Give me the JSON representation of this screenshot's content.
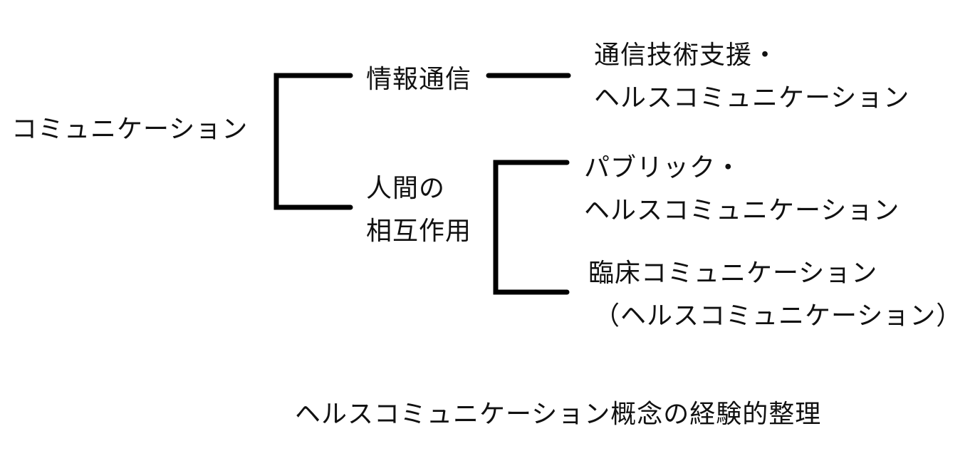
{
  "diagram": {
    "root": {
      "label": "コミュニケーション"
    },
    "branches": [
      {
        "label_lines": [
          "情報通信"
        ],
        "children": [
          {
            "label_lines": [
              "通信技術支援・",
              "ヘルスコミュニケーション"
            ]
          }
        ]
      },
      {
        "label_lines": [
          "人間の",
          "相互作用"
        ],
        "children": [
          {
            "label_lines": [
              "パブリック・",
              "ヘルスコミュニケーション"
            ]
          },
          {
            "label_lines": [
              "臨床コミュニケーション",
              "（ヘルスコミュニケーション）"
            ]
          }
        ]
      }
    ],
    "caption": "ヘルスコミュニケーション概念の経験的整理",
    "colors": {
      "line": "#000000",
      "text": "#111111",
      "background": "#ffffff"
    }
  }
}
